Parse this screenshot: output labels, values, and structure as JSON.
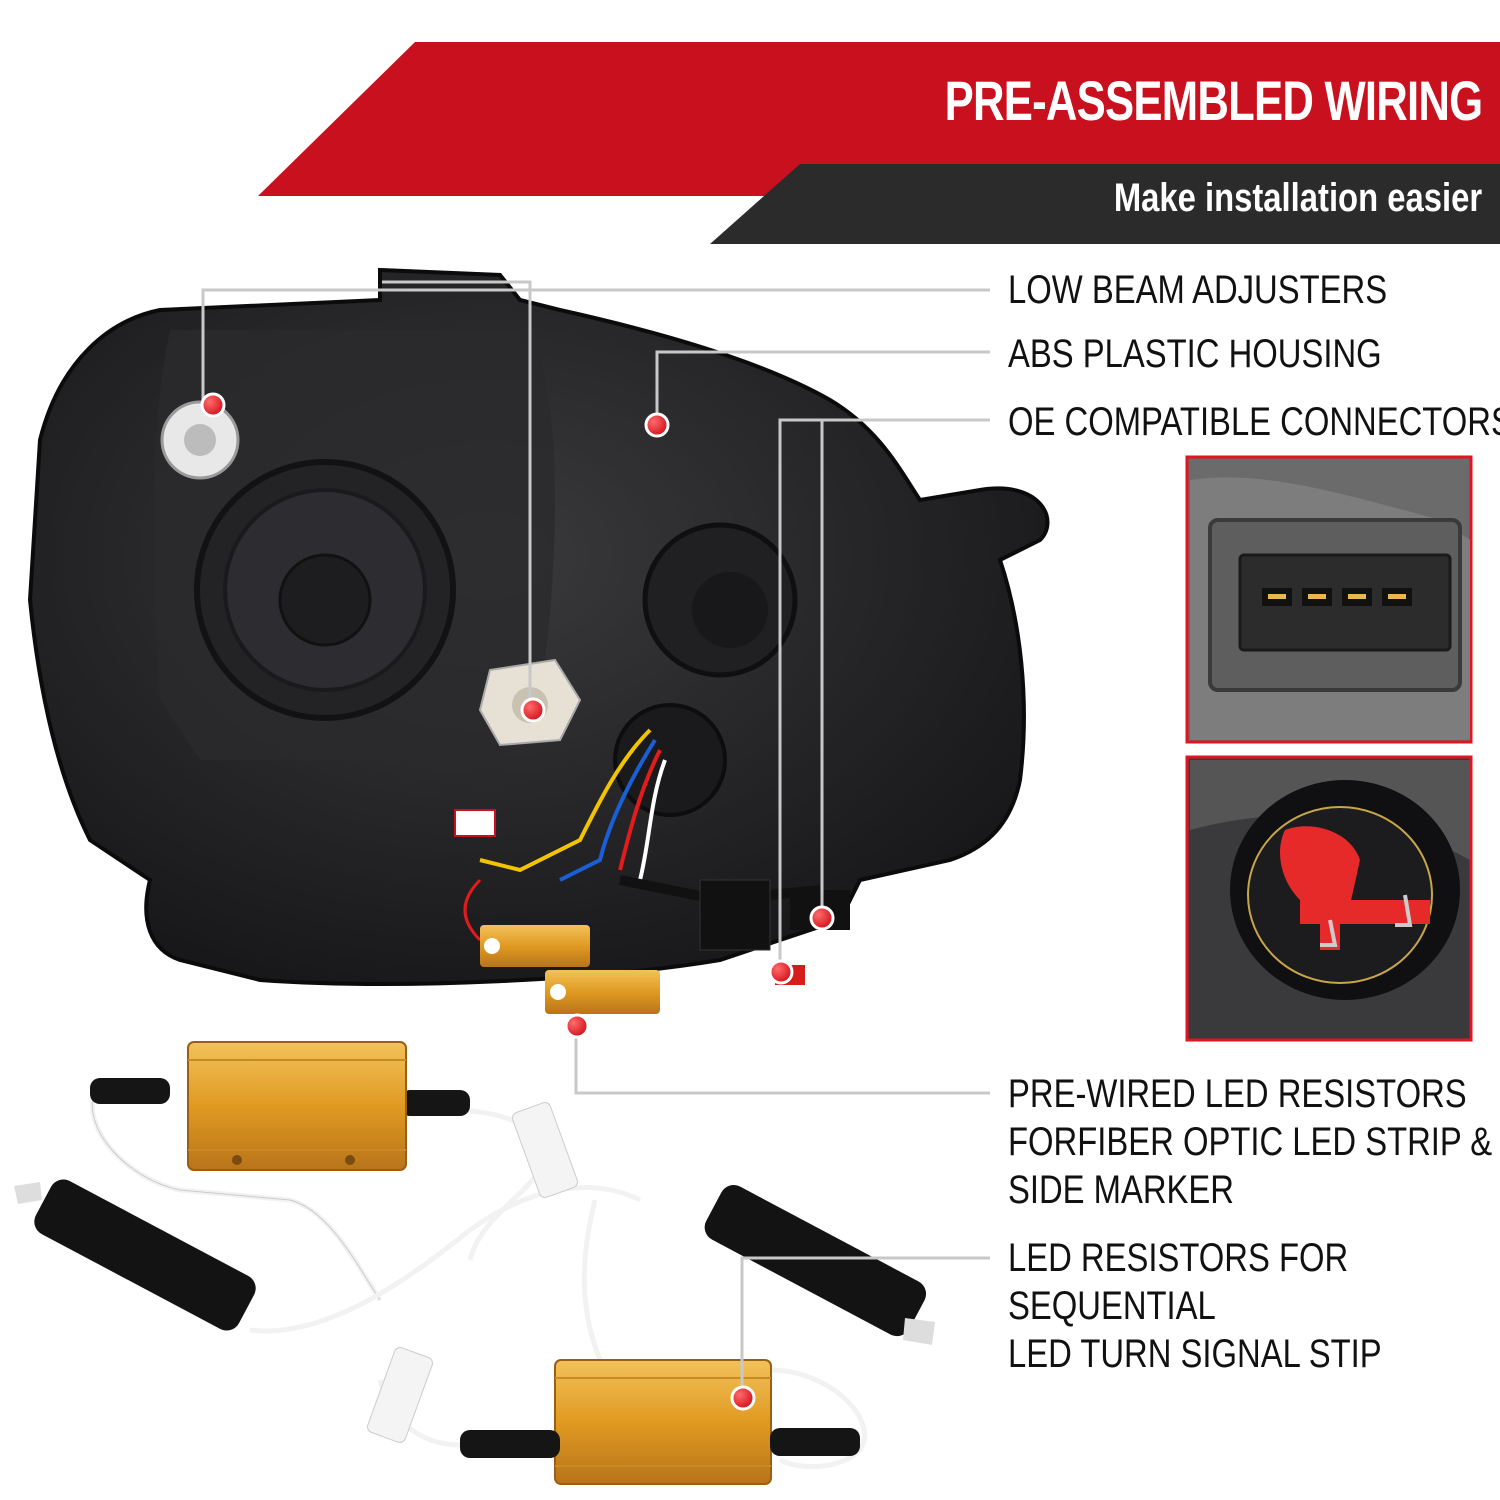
{
  "header": {
    "title": "PRE-ASSEMBLED WIRING",
    "subtitle": "Make installation easier"
  },
  "features": {
    "low_beam": "LOW BEAM ADJUSTERS",
    "housing": "ABS PLASTIC HOUSING",
    "connectors": "OE COMPATIBLE CONNECTORS",
    "prewired": [
      "PRE-WIRED LED RESISTORS",
      "FORFIBER OPTIC LED STRIP &",
      "SIDE MARKER"
    ],
    "sequential": [
      "LED RESISTORS FOR",
      "SEQUENTIAL",
      "LED TURN SIGNAL STIP"
    ]
  },
  "colors": {
    "banner_red": "#c8101e",
    "banner_dark": "#2b2b2b",
    "marker_red": "#e3141f",
    "resistor_gold": "#e2a030",
    "housing_black": "#1c1c1e"
  },
  "icons": [
    "connector-closeup-photo",
    "bulb-socket-closeup-photo",
    "headlight-back-photo",
    "led-resistor-photo"
  ]
}
